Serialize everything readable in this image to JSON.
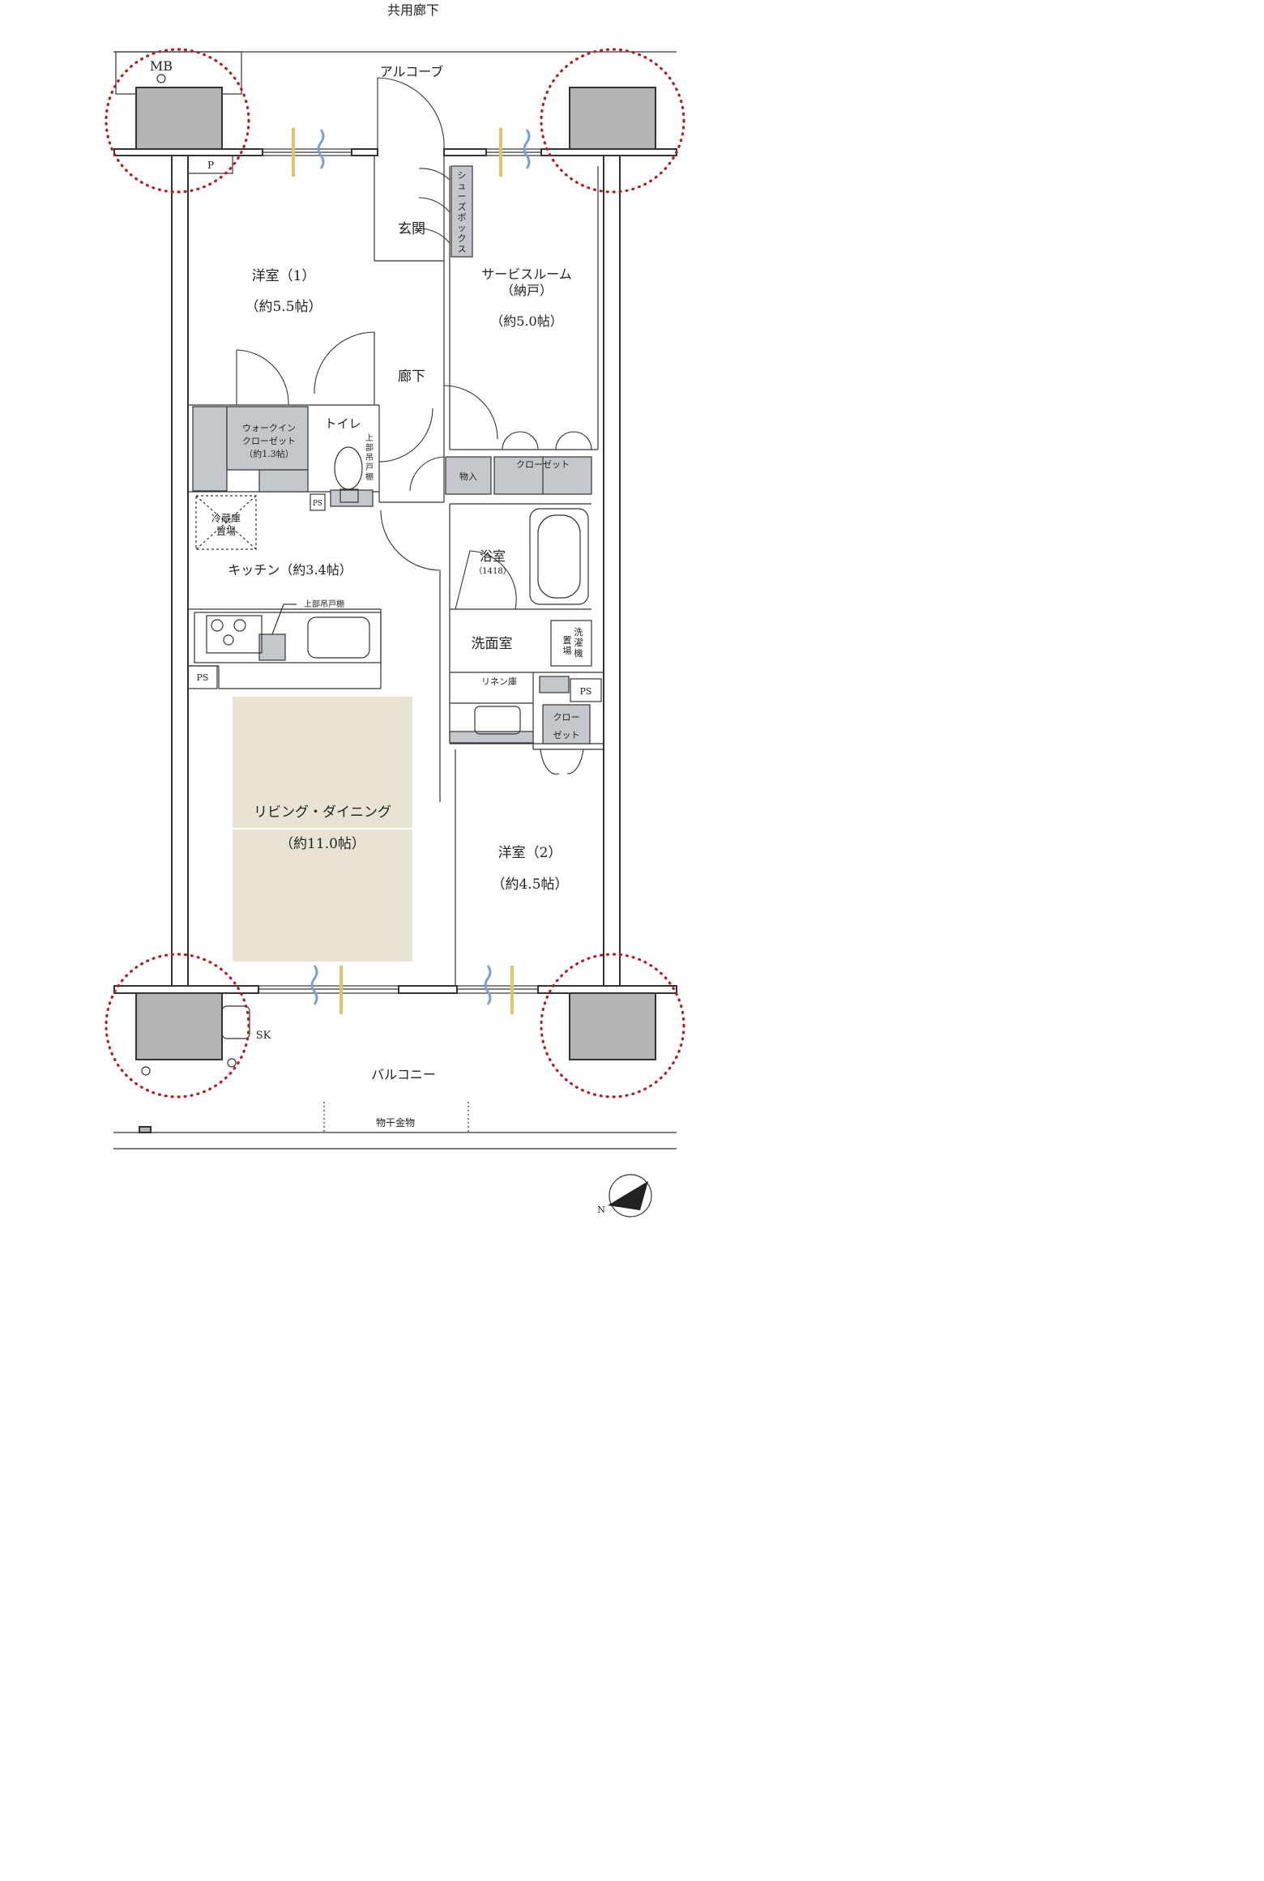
{
  "corridor": "共用廊下",
  "mb": "MB",
  "alcove": "アルコーブ",
  "p_label": "P",
  "entrance": "玄関",
  "shoe_box": [
    "シ",
    "ュ",
    "ー",
    "ズ",
    "ボ",
    "ッ",
    "ク",
    "ス"
  ],
  "room1": {
    "name": "洋室（1）",
    "size": "（約5.5帖）"
  },
  "service": {
    "name1": "サービスルーム",
    "name2": "（納戸）",
    "size": "（約5.0帖）"
  },
  "hallway": "廊下",
  "toilet": "トイレ",
  "toilet_shelf": [
    "上",
    "部",
    "吊",
    "戸",
    "棚"
  ],
  "wic": {
    "l1": "ウォークイン",
    "l2": "クローゼット",
    "l3": "（約1.3帖）"
  },
  "mono": "物入",
  "closet": "クローゼット",
  "bath": {
    "name": "浴室",
    "size": "（1418）"
  },
  "fridge": {
    "l1": "冷蔵庫",
    "l2": "置場"
  },
  "ps": "PS",
  "kitchen": "キッチン（約3.4帖）",
  "kitchen_shelf": "上部吊戸棚",
  "washroom": "洗面室",
  "washer": [
    "洗",
    "濯",
    "置",
    "場",
    "機"
  ],
  "linen": "リネン庫",
  "closet2": {
    "l1": "クロー",
    "l2": "ゼット"
  },
  "living": {
    "name": "リビング・ダイニング",
    "size": "（約11.0帖）"
  },
  "room2": {
    "name": "洋室（2）",
    "size": "（約4.5帖）"
  },
  "sk": "SK",
  "balcony": "バルコニー",
  "drying": "物干金物",
  "north": "N",
  "colors": {
    "accent_ring": "#b01e23",
    "living_fill": "#e9e3d3",
    "storage_fill": "#c4c8cd",
    "column_fill": "#b4b4b4"
  }
}
